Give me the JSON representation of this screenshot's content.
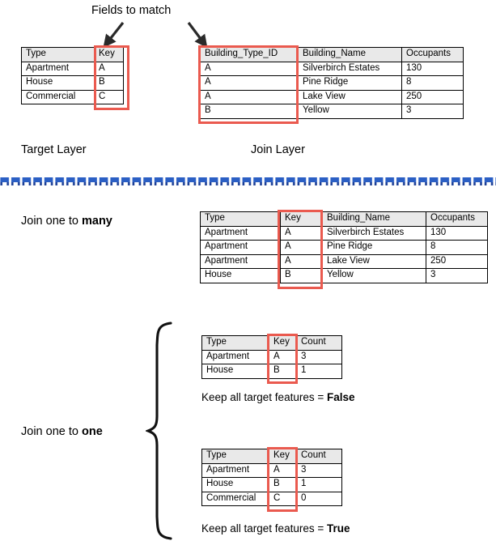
{
  "colors": {
    "highlight_red": "#ea5a4f",
    "divider_blue": "#2b5fc4",
    "divider_blue_dark": "#1c3f96",
    "header_gray": "#e9e9e9",
    "text_black": "#000000"
  },
  "annotations": {
    "fields_to_match": "Fields to match",
    "target_layer": "Target Layer",
    "join_layer": "Join Layer",
    "join_one_to_many_prefix": "Join one to ",
    "join_one_to_many_emphasis": "many",
    "join_one_to_one_prefix": "Join one to ",
    "join_one_to_one_emphasis": "one",
    "keep_all_prefix": "Keep all target features = ",
    "keep_all_false": "False",
    "keep_all_true": "True"
  },
  "target_layer_table": {
    "headers": [
      "Type",
      "Key"
    ],
    "rows": [
      [
        "Apartment",
        "A"
      ],
      [
        "House",
        "B"
      ],
      [
        "Commercial",
        "C"
      ]
    ],
    "highlighted_column": "Key"
  },
  "join_layer_table": {
    "headers": [
      "Building_Type_ID",
      "Building_Name",
      "Occupants"
    ],
    "rows": [
      [
        "A",
        "Silverbirch Estates",
        "130"
      ],
      [
        "A",
        "Pine Ridge",
        "8"
      ],
      [
        "A",
        "Lake View",
        "250"
      ],
      [
        "B",
        "Yellow",
        "3"
      ]
    ],
    "highlighted_column": "Building_Type_ID"
  },
  "one_to_many_result": {
    "headers": [
      "Type",
      "Key",
      "Building_Name",
      "Occupants"
    ],
    "rows": [
      [
        "Apartment",
        "A",
        "Silverbirch Estates",
        "130"
      ],
      [
        "Apartment",
        "A",
        "Pine Ridge",
        "8"
      ],
      [
        "Apartment",
        "A",
        "Lake View",
        "250"
      ],
      [
        "House",
        "B",
        "Yellow",
        "3"
      ]
    ],
    "highlighted_column": "Key"
  },
  "one_to_one_false_result": {
    "headers": [
      "Type",
      "Key",
      "Count"
    ],
    "rows": [
      [
        "Apartment",
        "A",
        "3"
      ],
      [
        "House",
        "B",
        "1"
      ]
    ],
    "highlighted_column": "Key"
  },
  "one_to_one_true_result": {
    "headers": [
      "Type",
      "Key",
      "Count"
    ],
    "rows": [
      [
        "Apartment",
        "A",
        "3"
      ],
      [
        "House",
        "B",
        "1"
      ],
      [
        "Commercial",
        "C",
        "0"
      ]
    ],
    "highlighted_column": "Key"
  }
}
